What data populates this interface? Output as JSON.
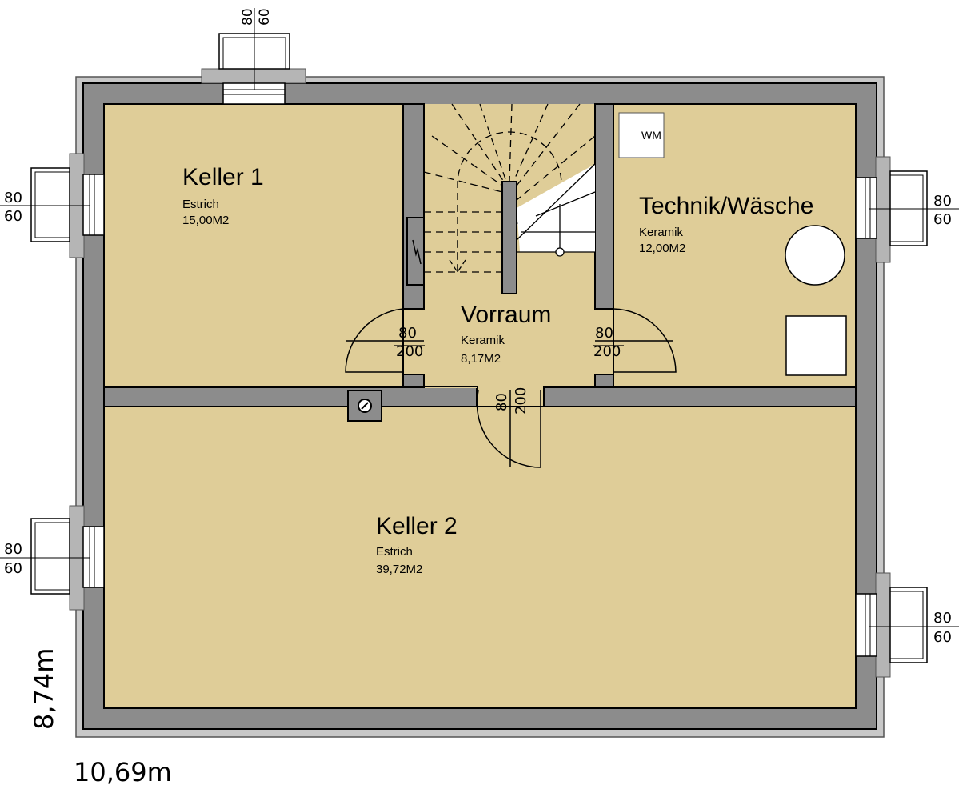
{
  "rooms": {
    "keller1": {
      "name": "Keller 1",
      "floor": "Estrich",
      "area": "15,00M2"
    },
    "technik": {
      "name": "Technik/Wäsche",
      "floor": "Keramik",
      "area": "12,00M2"
    },
    "vorraum": {
      "name": "Vorraum",
      "floor": "Keramik",
      "area": "8,17M2"
    },
    "keller2": {
      "name": "Keller 2",
      "floor": "Estrich",
      "area": "39,72M2"
    }
  },
  "appliance": {
    "wm": "WM"
  },
  "windows": {
    "width": "80",
    "height": "60"
  },
  "doors": {
    "width": "80",
    "height": "200"
  },
  "dimensions": {
    "width": "10,69m",
    "height": "8,74m"
  },
  "colors": {
    "floor": "#dfcd98",
    "wall": "#8c8c8c",
    "outer": "#c8c8c8"
  }
}
